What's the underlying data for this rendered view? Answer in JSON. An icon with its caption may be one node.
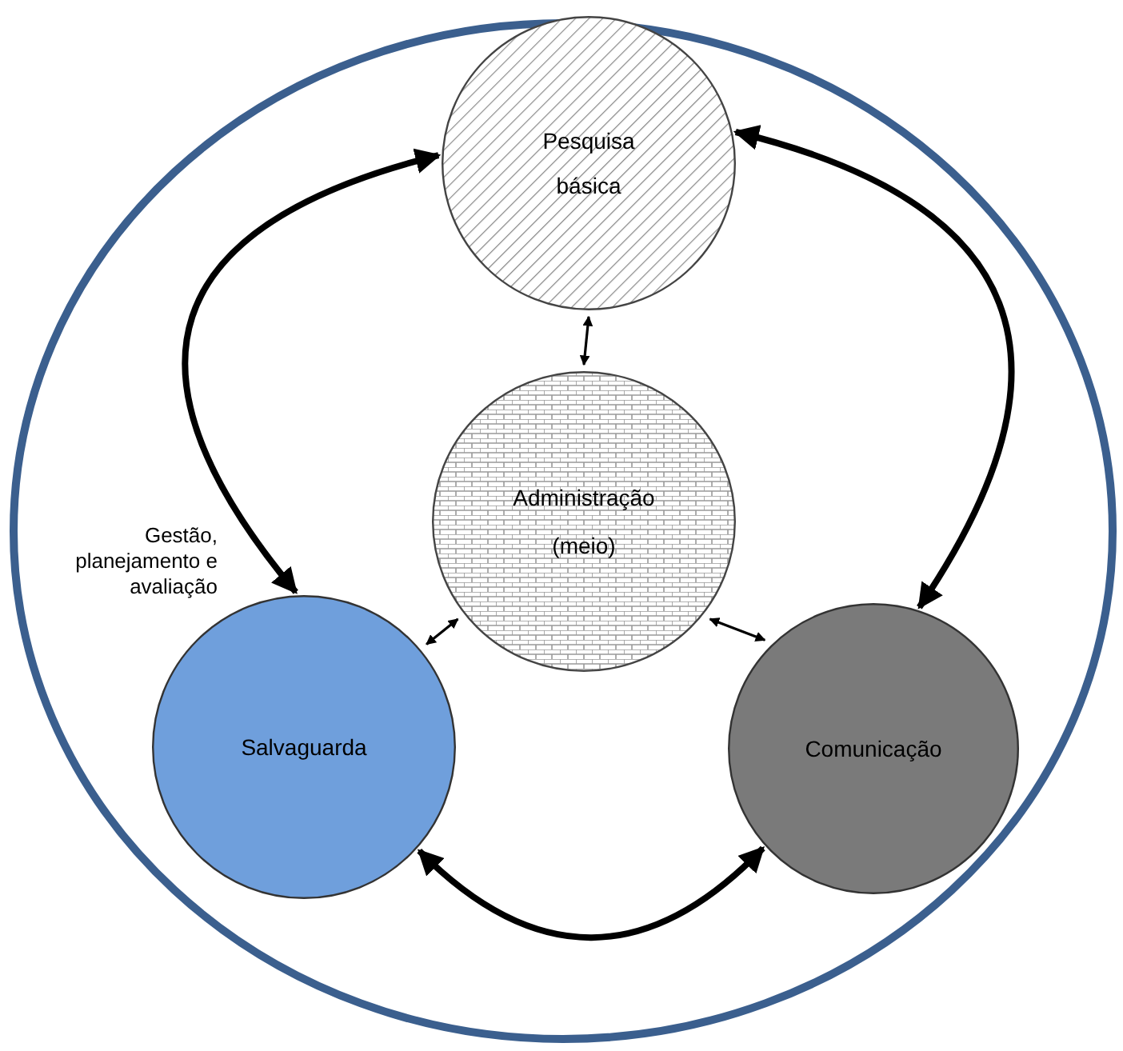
{
  "diagram": {
    "nodes": [
      {
        "text": [],
        "shape": "circle"
      },
      {
        "text": [
          "Pesquisa básica"
        ],
        "in": 0
      },
      {
        "text": [
          "Administração (meio)"
        ],
        "in": 0
      },
      {
        "text": [
          "Salvaguarda"
        ],
        "in": 0
      },
      {
        "text": [
          "Comunicação"
        ],
        "in": 0
      }
    ],
    "edges": [
      {
        "from": 1,
        "to": 3,
        "arrow": "both",
        "style": "thick",
        "label": "Gestão, planejamento e avaliação"
      },
      {
        "from": 1,
        "to": 4,
        "arrow": "both",
        "style": "thick"
      },
      {
        "from": 3,
        "to": 4,
        "arrow": "both",
        "style": "thick"
      },
      {
        "from": 1,
        "to": 2,
        "arrow": "both"
      },
      {
        "from": 2,
        "to": 3,
        "arrow": "both"
      },
      {
        "from": 2,
        "to": 4,
        "arrow": "both"
      }
    ]
  }
}
